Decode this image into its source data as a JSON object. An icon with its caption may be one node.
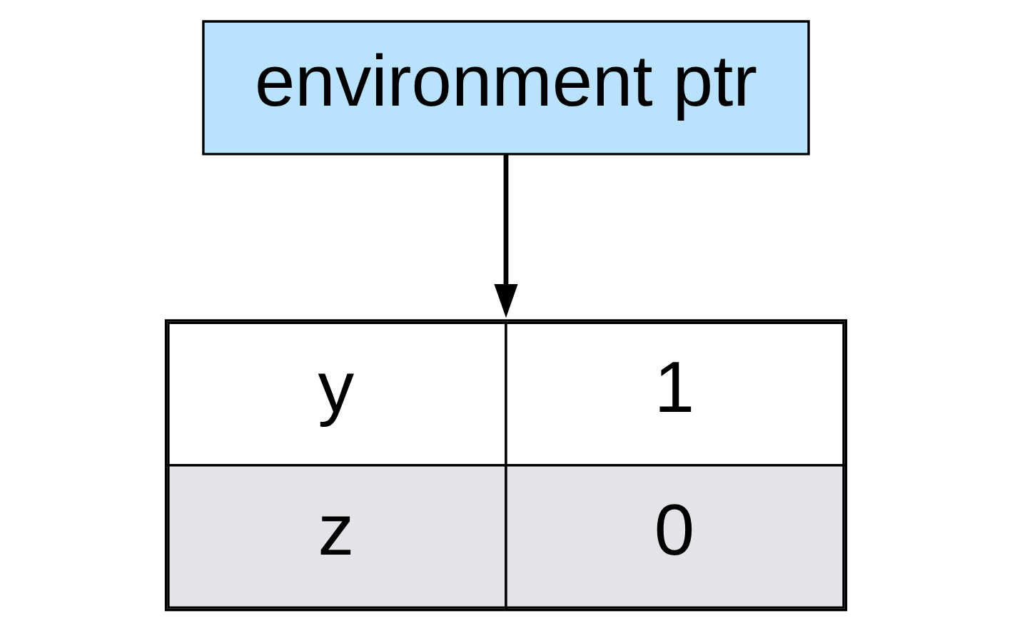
{
  "diagram": {
    "nodes": [
      {
        "text": [
          "y",
          "1",
          "z",
          "0"
        ]
      },
      {
        "text": [
          "environment ptr"
        ]
      }
    ],
    "edges": [
      {
        "from": 1,
        "to": 0,
        "arrow": "to"
      }
    ]
  }
}
